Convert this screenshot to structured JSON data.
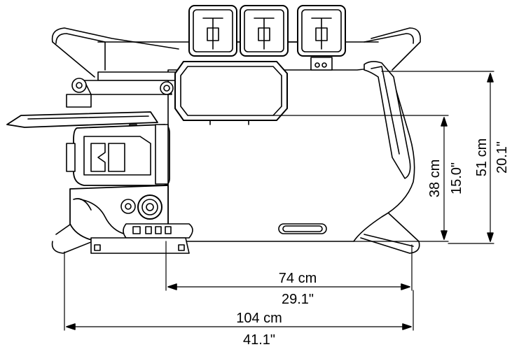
{
  "dimensions": {
    "width_inner": {
      "metric": "74 cm",
      "imperial": "29.1\""
    },
    "width_total": {
      "metric": "104 cm",
      "imperial": "41.1\""
    },
    "height_inner": {
      "metric": "38 cm",
      "imperial": "15.0\""
    },
    "height_total": {
      "metric": "51 cm",
      "imperial": "20.1\""
    }
  },
  "colors": {
    "line": "#000000",
    "fill": "#ffffff",
    "shade": "#d9d9d9"
  }
}
